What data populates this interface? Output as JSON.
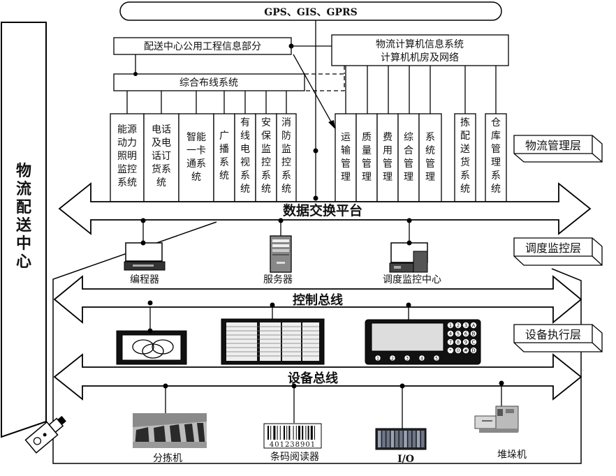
{
  "top_pill": "GPS、GIS、GPRS",
  "public_eng_info": "配送中心公用工程信息部分",
  "logistics_info_system": [
    "物流计算机信息系统",
    "计算机机房及网络"
  ],
  "cabling_system": "综合布线系统",
  "left_subsystems": [
    [
      "能源",
      "动力",
      "照明",
      "监控",
      "系统"
    ],
    [
      "电话",
      "及电",
      "话订",
      "货系",
      "统"
    ],
    [
      "智能",
      "一卡",
      "通系",
      "统"
    ],
    [
      "广",
      "播",
      "系",
      "统"
    ],
    [
      "有",
      "线",
      "电",
      "视",
      "系",
      "统"
    ],
    [
      "安",
      "保",
      "监",
      "控",
      "系",
      "统"
    ],
    [
      "消",
      "防",
      "监",
      "控",
      "系",
      "统"
    ]
  ],
  "right_subsystems": [
    [
      "运",
      "输",
      "管",
      "理"
    ],
    [
      "质",
      "量",
      "管",
      "理"
    ],
    [
      "费",
      "用",
      "管",
      "理"
    ],
    [
      "综",
      "合",
      "管",
      "理"
    ],
    [
      "系",
      "统",
      "管",
      "理"
    ],
    [
      "拣",
      "配",
      "送",
      "货",
      "系",
      "统"
    ],
    [
      "仓",
      "库",
      "管",
      "理",
      "系",
      "统"
    ]
  ],
  "left_banner": [
    "物",
    "流",
    "配",
    "送",
    "中",
    "心"
  ],
  "layers": {
    "logistics_mgmt": "物流管理层",
    "dispatch_monitor": "调度监控层",
    "device_exec": "设备执行层"
  },
  "buses": {
    "data_platform": "数据交换平台",
    "control_bus": "控制总线",
    "device_bus": "设备总线"
  },
  "dispatch_devices": {
    "programmer": "编程器",
    "server": "服务器",
    "dispatch_center": "调度监控中心"
  },
  "field_devices": {
    "sorter": "分拣机",
    "barcode_reader": "条码阅读器",
    "io": "I/O",
    "stacker": "堆垛机"
  },
  "barcode_digits": "401238901",
  "keypad_keys": [
    "1",
    "2",
    "3",
    "A",
    "4",
    "5",
    "6",
    "B",
    "7",
    "8",
    "9",
    "C",
    "*",
    "0",
    "#",
    "D"
  ],
  "hmi_fkeys": [
    "1",
    "2",
    "3",
    "4",
    "5"
  ]
}
